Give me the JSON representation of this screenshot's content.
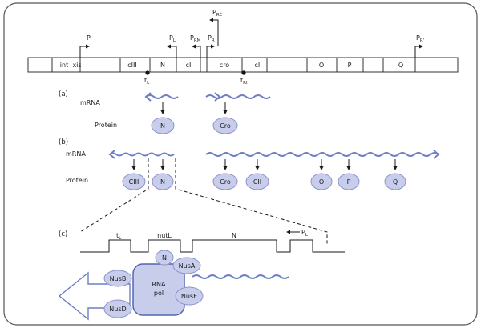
{
  "genome": {
    "genes": [
      "int",
      "xis",
      "cIII",
      "N",
      "cI",
      "cro",
      "cII",
      "O",
      "P",
      "Q"
    ],
    "promoters": [
      {
        "main": "P",
        "sub": "I"
      },
      {
        "main": "P",
        "sub": "L"
      },
      {
        "main": "P",
        "sub": "RM"
      },
      {
        "main": "P",
        "sub": "R"
      },
      {
        "main": "P",
        "sub": "RE"
      },
      {
        "main": "P",
        "sub": "R'"
      }
    ],
    "terminators": [
      {
        "main": "t",
        "sub": "L"
      },
      {
        "main": "t",
        "sub": "RI"
      }
    ]
  },
  "panel_a": {
    "label": "(a)",
    "mrna_label": "mRNA",
    "protein_label": "Protein",
    "proteins": [
      "N",
      "Cro"
    ]
  },
  "panel_b": {
    "label": "(b)",
    "mrna_label": "mRNA",
    "protein_label": "Protein",
    "proteins": [
      "CIII",
      "N",
      "Cro",
      "CII",
      "O",
      "P",
      "Q"
    ]
  },
  "panel_c": {
    "label": "(c)",
    "regions": [
      {
        "main": "t",
        "sub": "L"
      },
      {
        "main": "nutL",
        "sub": ""
      },
      {
        "main": "N",
        "sub": ""
      },
      {
        "main": "P",
        "sub": "L"
      }
    ],
    "complex": {
      "rnap_line1": "RNA",
      "rnap_line2": "pol",
      "factors": [
        "N",
        "NusA",
        "NusB",
        "NusE",
        "NusD"
      ]
    }
  },
  "colors": {
    "mrna": "#6f7fc4",
    "protein_fill": "#c9cdec",
    "protein_stroke": "#8d95c9",
    "frame": "#555555"
  }
}
